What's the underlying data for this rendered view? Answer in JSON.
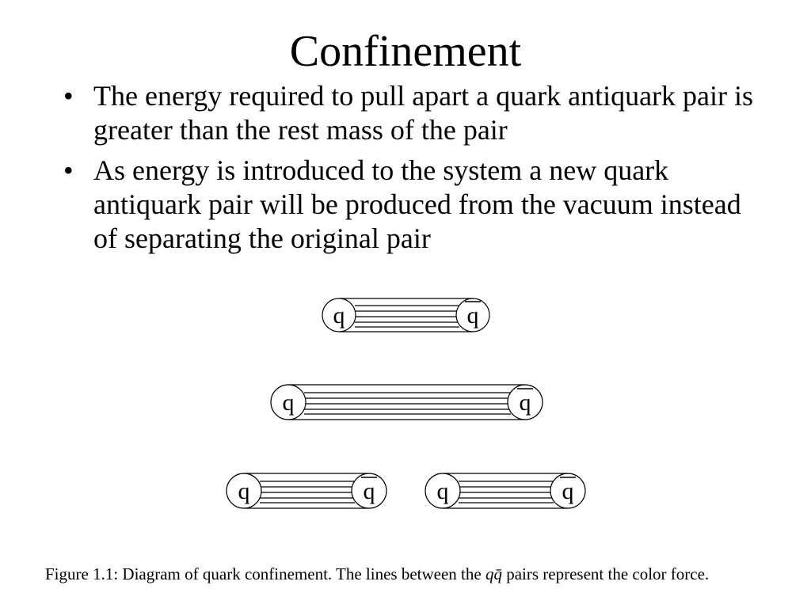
{
  "slide": {
    "title": "Confinement",
    "bullet_symbol": "•",
    "bullets": [
      "The energy required to pull apart a quark antiquark pair is greater than the rest mass of the pair",
      "As energy is introduced to the system a new quark antiquark pair will be produced from the vacuum instead of separating the original pair"
    ]
  },
  "figure": {
    "quark_label": "q",
    "antiquark_label": "q",
    "caption_before": "Figure 1.1: Diagram of quark confinement. The lines between the ",
    "caption_math": "qq̄",
    "caption_after": " pairs represent the color force."
  }
}
